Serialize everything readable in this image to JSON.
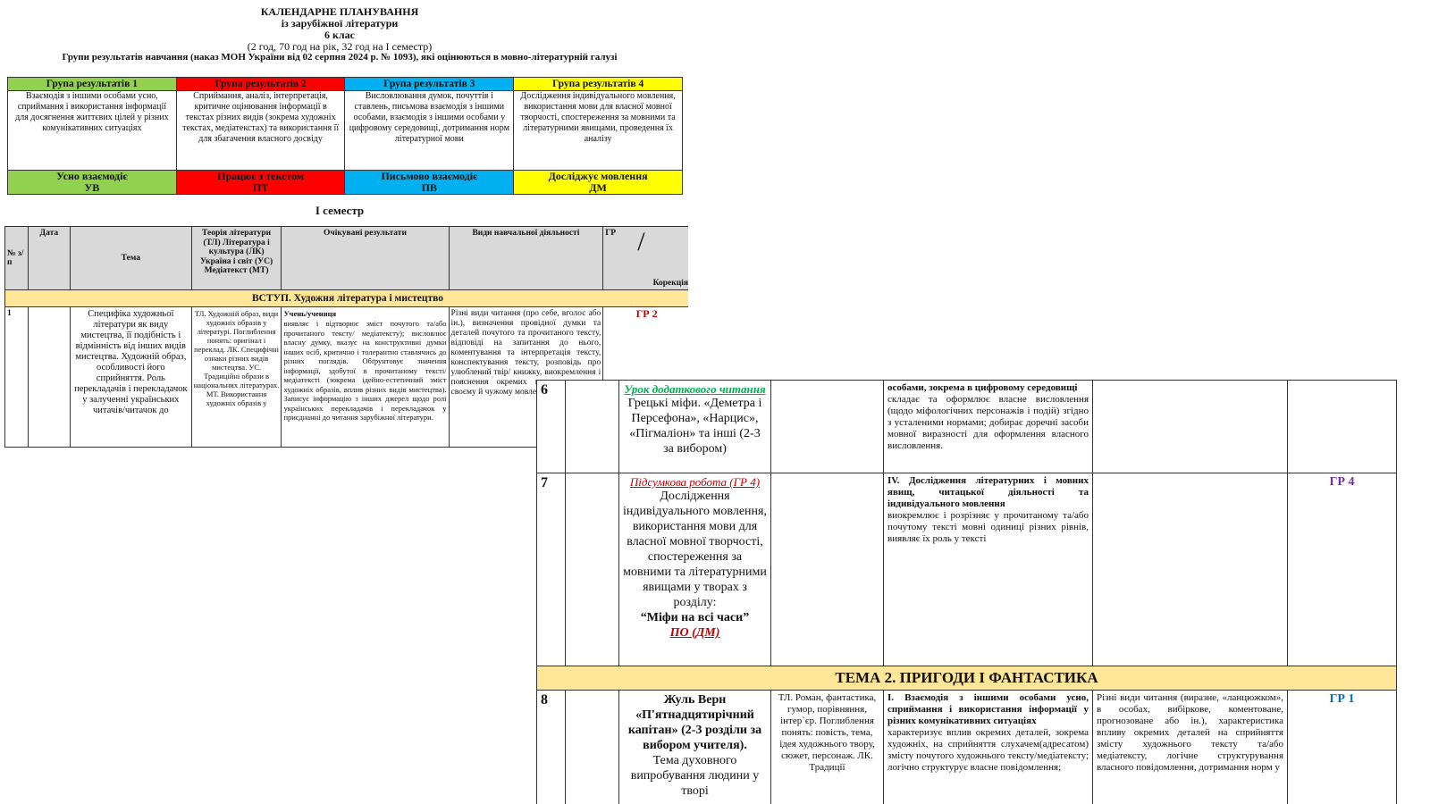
{
  "doc": {
    "title1": "КАЛЕНДАРНЕ ПЛАНУВАННЯ",
    "title2": "із зарубіжної літератури",
    "title3": "6 клас",
    "hours": "(2 год, 70 год на рік, 32 год на І семестр)",
    "groups_note": "Групи результатів навчання (наказ МОН України від 02 серпня 2024 р. № 1093), які оцінюються в мовно-літературній галузі",
    "groups": [
      {
        "title": "Група результатів 1",
        "desc": "Взаємодія з іншими особами усно, сприймання і використання інформації для досягнення життєвих цілей у різних комунікативних ситуаціях",
        "foot1": "Усно взаємодіє",
        "foot2": "УВ",
        "color": "#92d050"
      },
      {
        "title": "Група результатів 2",
        "desc": "Сприймання, аналіз, інтерпретація, критичне оцінювання інформації в текстах різних видів (зокрема художніх текстах, медіатекстах) та використання її для збагачення власного досвіду",
        "foot1": "Працює з текстом",
        "foot2": "ПТ",
        "color": "#ff0000"
      },
      {
        "title": "Група результатів 3",
        "desc": "Висловлювання думок, почуттів і ставлень, письмова взаємодія з іншими особами, взаємодія з іншими особами у цифровому середовищі, дотримання норм літературної мови",
        "foot1": "Письмово взаємодіє",
        "foot2": "ПВ",
        "color": "#00b0f0"
      },
      {
        "title": "Група результатів 4",
        "desc": "Дослідження індивідуального мовлення, використання мови для власної мовної творчості, спостереження за мовними та літературними явищами, проведення їх аналізу",
        "foot1": "Досліджує мовлення",
        "foot2": "ДМ",
        "color": "#ffff00"
      }
    ],
    "semester": "І семестр",
    "table_headers": {
      "num": "№ з/п",
      "date": "Дата",
      "topic": "Тема",
      "theory": "Теорія літератури (ТЛ) Література і культура (ЛК) Україна і світ (УС) Медіатекст (МТ)",
      "expected": "Очікувані результати",
      "activities": "Види навчальної діяльності",
      "gr": "ГР",
      "slash": "/",
      "correction": "Корекція"
    },
    "intro_band": "ВСТУП. Художня література і мистецтво",
    "row1": {
      "num": "1",
      "topic": "Специфіка художньої літератури як виду мистецтва, її подібність і відмінність від інших видів мистецтва. Художній образ, особливості його сприйняття. Роль перекладачів і перекладачок у залученні українських читачів/читачок до",
      "theory": "ТЛ. Художній образ, види художніх образів у літературі. Поглиблення понять: оригінал і переклад. ЛК. Специфічні ознаки різних видів мистецтва. УС. Традиційні образи в національних літературах. МТ. Використання художніх образів у",
      "expected_head": "Учень/учениця",
      "expected": "виявляє і відтворює зміст почутого та/або прочитаного тексту/ медіатексту); висловлює власну думку, вказує на конструктивні думки інших осіб, критично і толерантно ставлячись до різних поглядів. Обґрунтовує значення інформації, здобутої в прочитаному тексті/ медіатексті (зокрема ідейно-естетичний зміст художніх образів, вплив різних видів мистецтва). Записує інформацію з інших джерел щодо ролі українських перекладачів і перекладачок у приєднанні до читання зарубіжної літератури.",
      "activities": "Різні види читання (про себе, вголос або ін.), визначення провідної думки та деталей почутого та прочитаного тексту, відповіді на запитання до нього, коментування та інтерпретація тексту, конспектування тексту, розповідь про улюблений твір/ книжку, виокремлення і пояснення окремих мовних явищ у своєму й чужому мовленні",
      "gr": "ГР 2"
    },
    "r6": {
      "num": "6",
      "lesson": "Урок додаткового читання",
      "topic": "Грецькі міфи. «Деметра і Персефона», «Нарцис», «Пігмаліон» та інші (2-3 за вибором)",
      "res_bold": "особами, зокрема в цифровому середовищі",
      "res": "складає та оформлює власне висловлення (щодо міфологічних персонажів і подій) згідно з усталеними нормами; добирає доречні засоби мовної виразності для оформлення власного висловлення."
    },
    "r7": {
      "num": "7",
      "lesson": "Підсумкова робота (ГР 4)",
      "topic": "Дослідження індивідуального мовлення, використання мови для власної мовної творчості, спостереження за мовними та літературними явищами у творах з розділу:",
      "topic_bold": "“Міфи на всі часи”",
      "topic_red": "ПО (ДМ)",
      "res_bold": "IV. Дослідження літературних і мовних явищ, читацької діяльності та індивідуального мовлення",
      "res": "виокремлює і розрізняє у прочитаному та/або почутому тексті мовні одиниці різних рівнів, виявляє їх роль у тексті",
      "gr": "ГР 4",
      "gr_color": "#7030a0"
    },
    "topic2_band": "ТЕМА 2. ПРИГОДИ І ФАНТАСТИКА",
    "r8": {
      "num": "8",
      "topic_bold": "Жуль Верн «П'ятнадцятирічний капітан» (2-3 розділи за вибором учителя).",
      "topic": "Тема духовного випробування людини у творі",
      "theory": "ТЛ. Роман, фантастика, гумор, порівняння, інтер`єр. Поглиблення понять: повість, тема, ідея художнього твору, сюжет, персонаж. ЛК. Традиції",
      "res_bold": "І. Взаємодія з іншими особами усно, сприймання і використання інформації у різних комунікативних ситуаціях",
      "res": "характеризує вплив окремих деталей, зокрема художніх, на сприйняття слухачем(адресатом) змісту почутого художнього тексту/медіатексту; логічно структурує власне повідомлення;",
      "activities": "Різні види читання (виразне, «ланцюжком», в особах, вибіркове, коментоване, прогнозоване або ін.), характеристика впливу окремих деталей на сприйняття змісту художнього тексту та/або медіатексту, логічне структурування власного повідомлення, дотримання норм у",
      "gr": "ГР 1",
      "gr_color": "#0070c0"
    }
  }
}
